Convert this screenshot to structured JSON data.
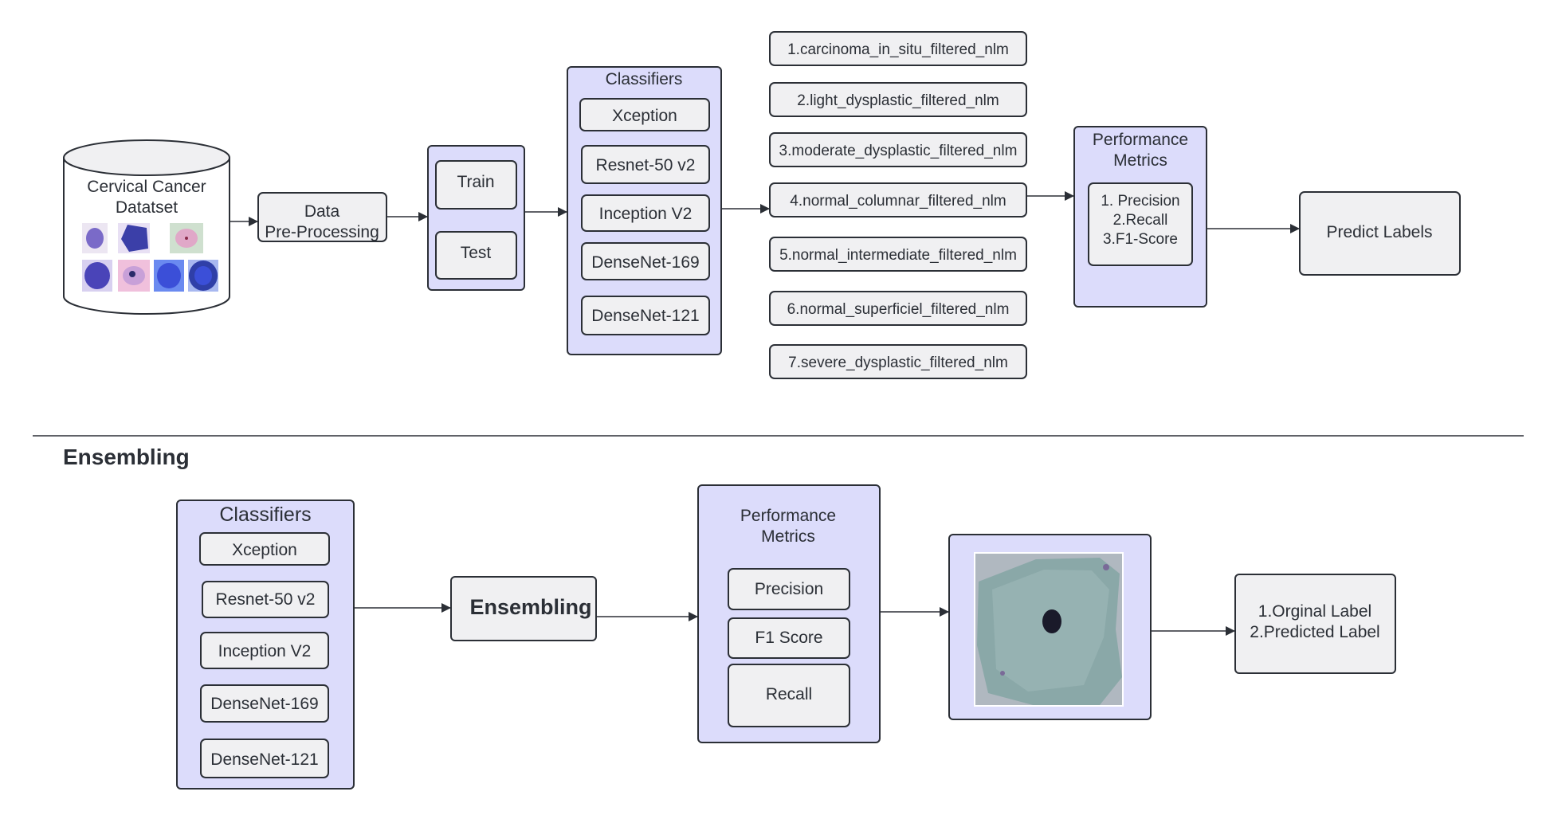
{
  "top_pipeline": {
    "dataset": {
      "label_line1": "Cervical Cancer",
      "label_line2": "Datatset"
    },
    "preprocessing": {
      "label_line1": "Data",
      "label_line2": "Pre-Processing"
    },
    "split": {
      "train": "Train",
      "test": "Test"
    },
    "classifiers": {
      "title": "Classifiers",
      "items": [
        "Xception",
        "Resnet-50 v2",
        "Inception V2",
        "DenseNet-169",
        "DenseNet-121"
      ]
    },
    "classes": [
      "1.carcinoma_in_situ_filtered_nlm",
      "2.light_dysplastic_filtered_nlm",
      "3.moderate_dysplastic_filtered_nlm",
      "4.normal_columnar_filtered_nlm",
      "5.normal_intermediate_filtered_nlm",
      "6.normal_superficiel_filtered_nlm",
      "7.severe_dysplastic_filtered_nlm"
    ],
    "metrics": {
      "title_line1": "Performance",
      "title_line2": "Metrics",
      "items": [
        "1. Precision",
        "2.Recall",
        "3.F1-Score"
      ]
    },
    "predict": "Predict Labels"
  },
  "ensembling_section": {
    "heading": "Ensembling",
    "classifiers": {
      "title": "Classifiers",
      "items": [
        "Xception",
        "Resnet-50 v2",
        "Inception V2",
        "DenseNet-169",
        "DenseNet-121"
      ]
    },
    "ensembling_box": "Ensembling",
    "metrics": {
      "title_line1": "Performance",
      "title_line2": "Metrics",
      "items": [
        "Precision",
        "F1 Score",
        "Recall"
      ]
    },
    "output": {
      "line1": "1.Orginal Label",
      "line2": "2.Predicted Label"
    }
  },
  "colors": {
    "panel_fill": "#dcdcfb",
    "box_fill": "#f0f0f2",
    "stroke": "#2b2f36",
    "cell_purple": "#6a5acd",
    "cell_blue": "#3b4fd8",
    "cell_pink": "#e0a8c8",
    "cell_photo": "#8aa8a8"
  }
}
